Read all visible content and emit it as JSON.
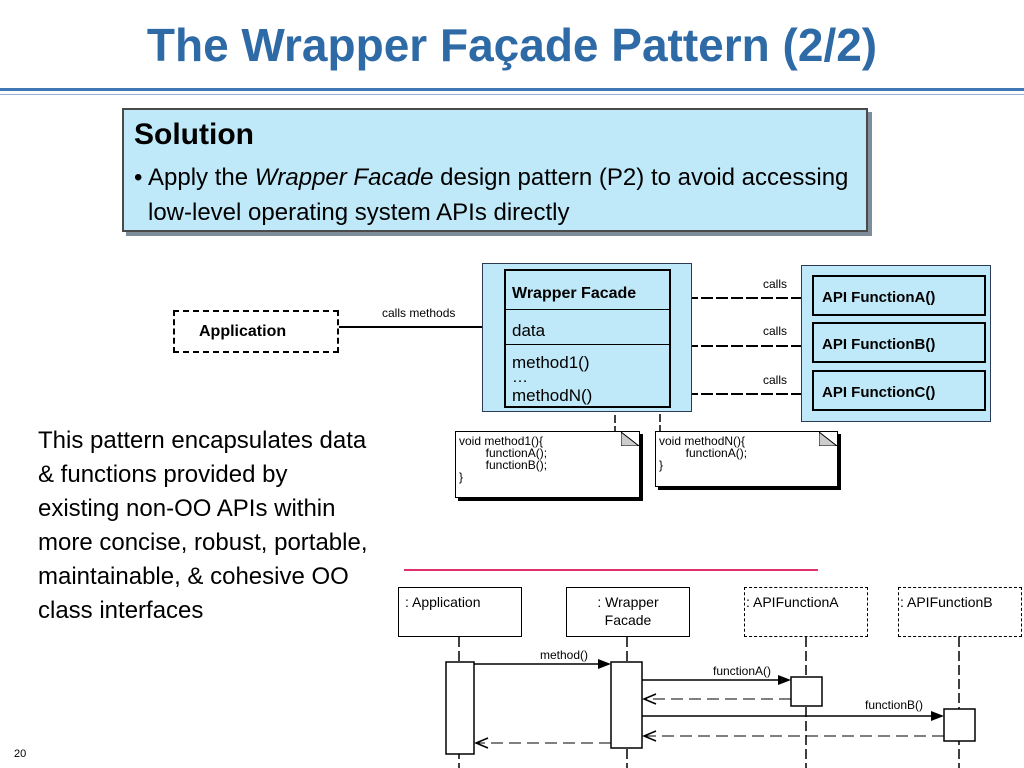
{
  "slide": {
    "title": "The Wrapper Façade Pattern (2/2)",
    "page_number": "20"
  },
  "solution": {
    "heading": "Solution",
    "bullet": "•",
    "text_before": "Apply the ",
    "text_italic": "Wrapper Facade",
    "text_after": " design pattern (P2) to avoid accessing low-level operating system APIs directly"
  },
  "description": "This pattern encapsulates data & functions provided by existing non-OO APIs within more concise, robust, portable, maintainable, & cohesive OO class interfaces",
  "class_diagram": {
    "application": "Application",
    "calls_methods": "calls methods",
    "wrapper_facade": {
      "name": "Wrapper Facade",
      "attribute": "data",
      "method1": "method1()",
      "ellipsis": "…",
      "methodN": "methodN()"
    },
    "calls_label": "calls",
    "apis": [
      "API FunctionA()",
      "API FunctionB()",
      "API FunctionC()"
    ],
    "note1": "void method1(){\n        functionA();\n        functionB();\n}",
    "note2": "void methodN(){\n        functionA();\n}"
  },
  "sequence_diagram": {
    "lifelines": [
      ": Application",
      ": Wrapper\nFacade",
      ": APIFunctionA",
      ": APIFunctionB"
    ],
    "messages": [
      "method()",
      "functionA()",
      "functionB()"
    ]
  },
  "colors": {
    "title": "#2e6aa6",
    "box_fill": "#bfe8f8",
    "accent_line": "#e0306e"
  }
}
